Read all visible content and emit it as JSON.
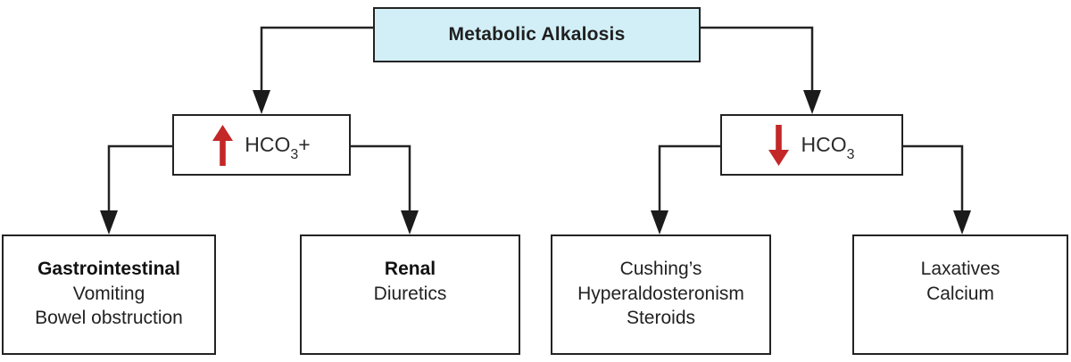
{
  "colors": {
    "accent_red": "#c32728",
    "root_fill": "#d2eff7",
    "line_dark": "#232323"
  },
  "root": {
    "label": "Metabolic Alkalosis"
  },
  "branches": {
    "left": {
      "arrow": "up",
      "formula_prefix": "HCO",
      "formula_sub": "3",
      "formula_suffix": "+"
    },
    "right": {
      "arrow": "down",
      "formula_prefix": "HCO",
      "formula_sub": "3",
      "formula_suffix": ""
    }
  },
  "leaves": [
    {
      "title": "Gastrointestinal",
      "lines": [
        "Vomiting",
        "Bowel obstruction"
      ]
    },
    {
      "title": "Renal",
      "lines": [
        "Diuretics"
      ]
    },
    {
      "title": "",
      "lines": [
        "Cushing’s",
        "Hyperaldosteronism",
        "Steroids"
      ]
    },
    {
      "title": "",
      "lines": [
        "Laxatives",
        "Calcium"
      ]
    }
  ]
}
